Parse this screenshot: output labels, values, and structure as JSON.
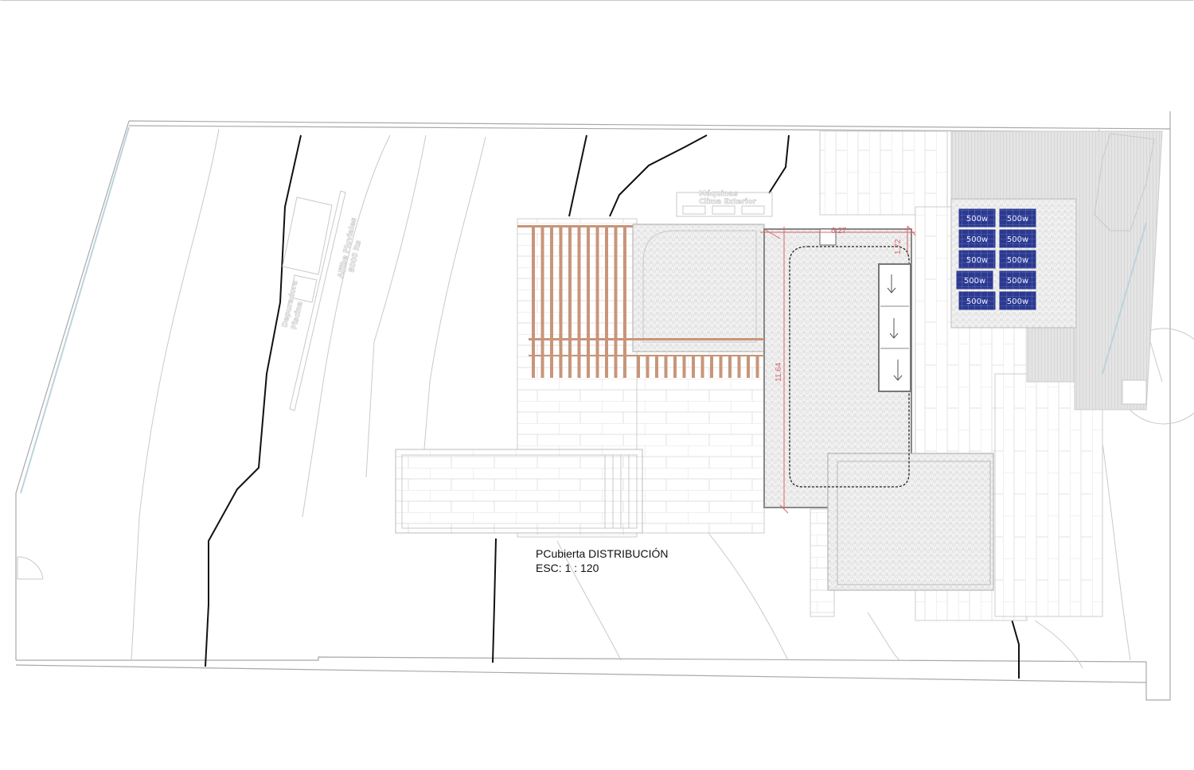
{
  "drawing": {
    "title": "PCubierta DISTRIBUCIÓN",
    "scale": "ESC: 1 : 120"
  },
  "labels": {
    "machines": [
      "Máquinas",
      "Clima Exterior"
    ],
    "pool_filter": [
      "Depuradora",
      "Piscina"
    ],
    "rain_tank": [
      "Aljibe Pluviales",
      "8000 lts"
    ]
  },
  "dimensions": {
    "width_top": "6.27",
    "offset_right": "1.72",
    "length_left": "11.64"
  },
  "solar_panels": {
    "count": 10,
    "labels": [
      "500w",
      "500w",
      "500w",
      "500w",
      "500w",
      "500w",
      "500w",
      "500w",
      "500w",
      "500w"
    ],
    "color": "#2b3990"
  },
  "colors": {
    "pergola": "#c8957a",
    "dimension": "#d9646a",
    "contour": "#111111"
  }
}
